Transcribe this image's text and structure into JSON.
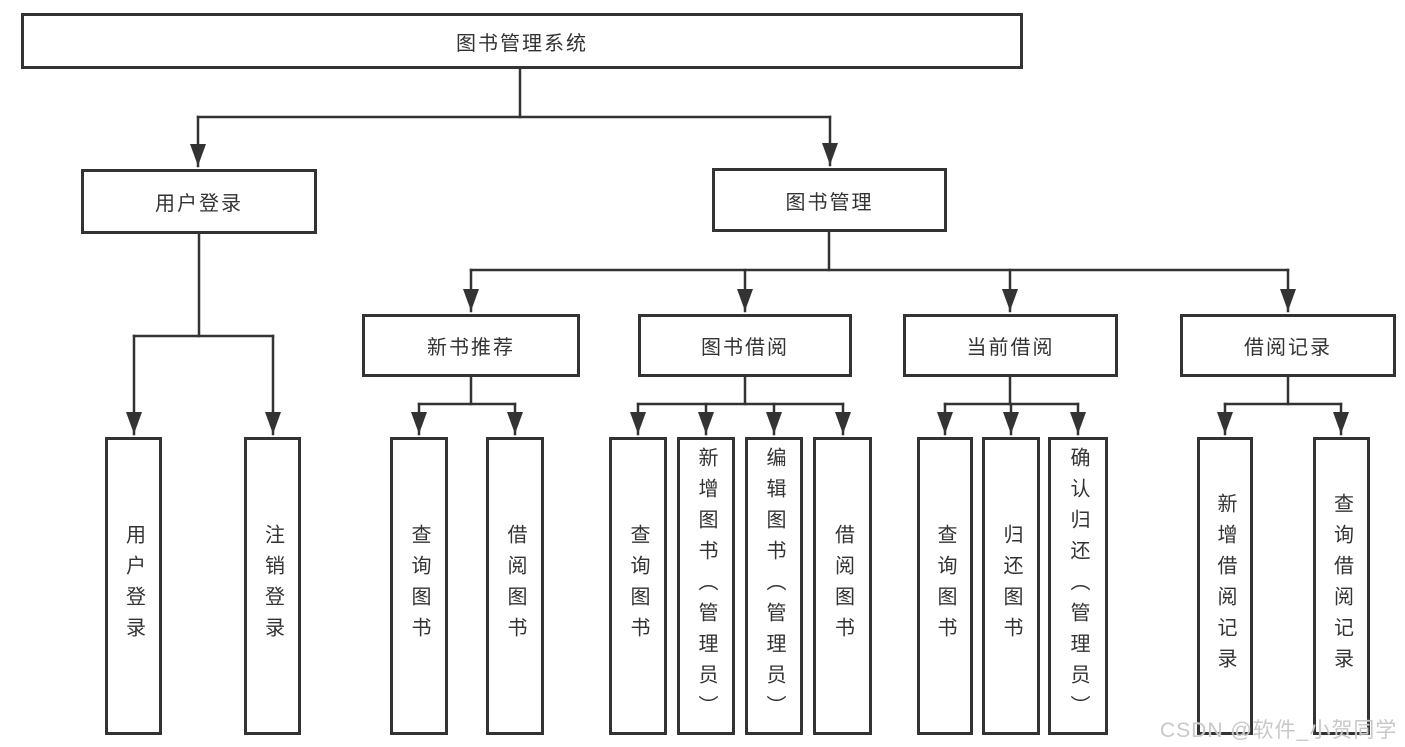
{
  "tree": {
    "root": {
      "label": "图书管理系统",
      "children": [
        {
          "label": "用户登录",
          "children": [
            {
              "label": "用户登录"
            },
            {
              "label": "注销登录"
            }
          ]
        },
        {
          "label": "图书管理",
          "children": [
            {
              "label": "新书推荐",
              "children": [
                {
                  "label": "查询图书"
                },
                {
                  "label": "借阅图书"
                }
              ]
            },
            {
              "label": "图书借阅",
              "children": [
                {
                  "label": "查询图书"
                },
                {
                  "label": "新增图书（管理员）"
                },
                {
                  "label": "编辑图书（管理员）"
                },
                {
                  "label": "借阅图书"
                }
              ]
            },
            {
              "label": "当前借阅",
              "children": [
                {
                  "label": "查询图书"
                },
                {
                  "label": "归还图书"
                },
                {
                  "label": "确认归还（管理员）"
                }
              ]
            },
            {
              "label": "借阅记录",
              "children": [
                {
                  "label": "新增借阅记录"
                },
                {
                  "label": "查询借阅记录"
                }
              ]
            }
          ]
        }
      ]
    }
  },
  "watermark": {
    "text": "CSDN @软件_小贺同学"
  },
  "colors": {
    "line": "#333333",
    "border": "#333333",
    "text": "#333333",
    "watermark": "#c5c5c5",
    "background": "#ffffff"
  }
}
